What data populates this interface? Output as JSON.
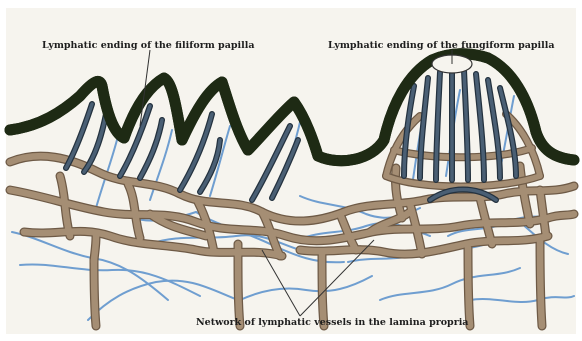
{
  "labels": {
    "filiform": "Lymphatic ending of the filiform papilla",
    "fungiform": "Lymphatic ending of the fungiform papilla",
    "network": "Network of lymphatic vessels in the lamina propria"
  },
  "colors": {
    "background": "#f6f4ee",
    "epithelium": "#7cc142",
    "epithelium_outline": "#1e2a14",
    "lymph_vessel": "#a58e74",
    "lymph_vessel_outline": "#6e5a46",
    "lymph_ending": "#4a5f74",
    "lymph_ending_outline": "#24323f",
    "blood_capillary": "#6f9ed0",
    "leader_line": "#333333",
    "label_text": "#1e1e1e"
  }
}
